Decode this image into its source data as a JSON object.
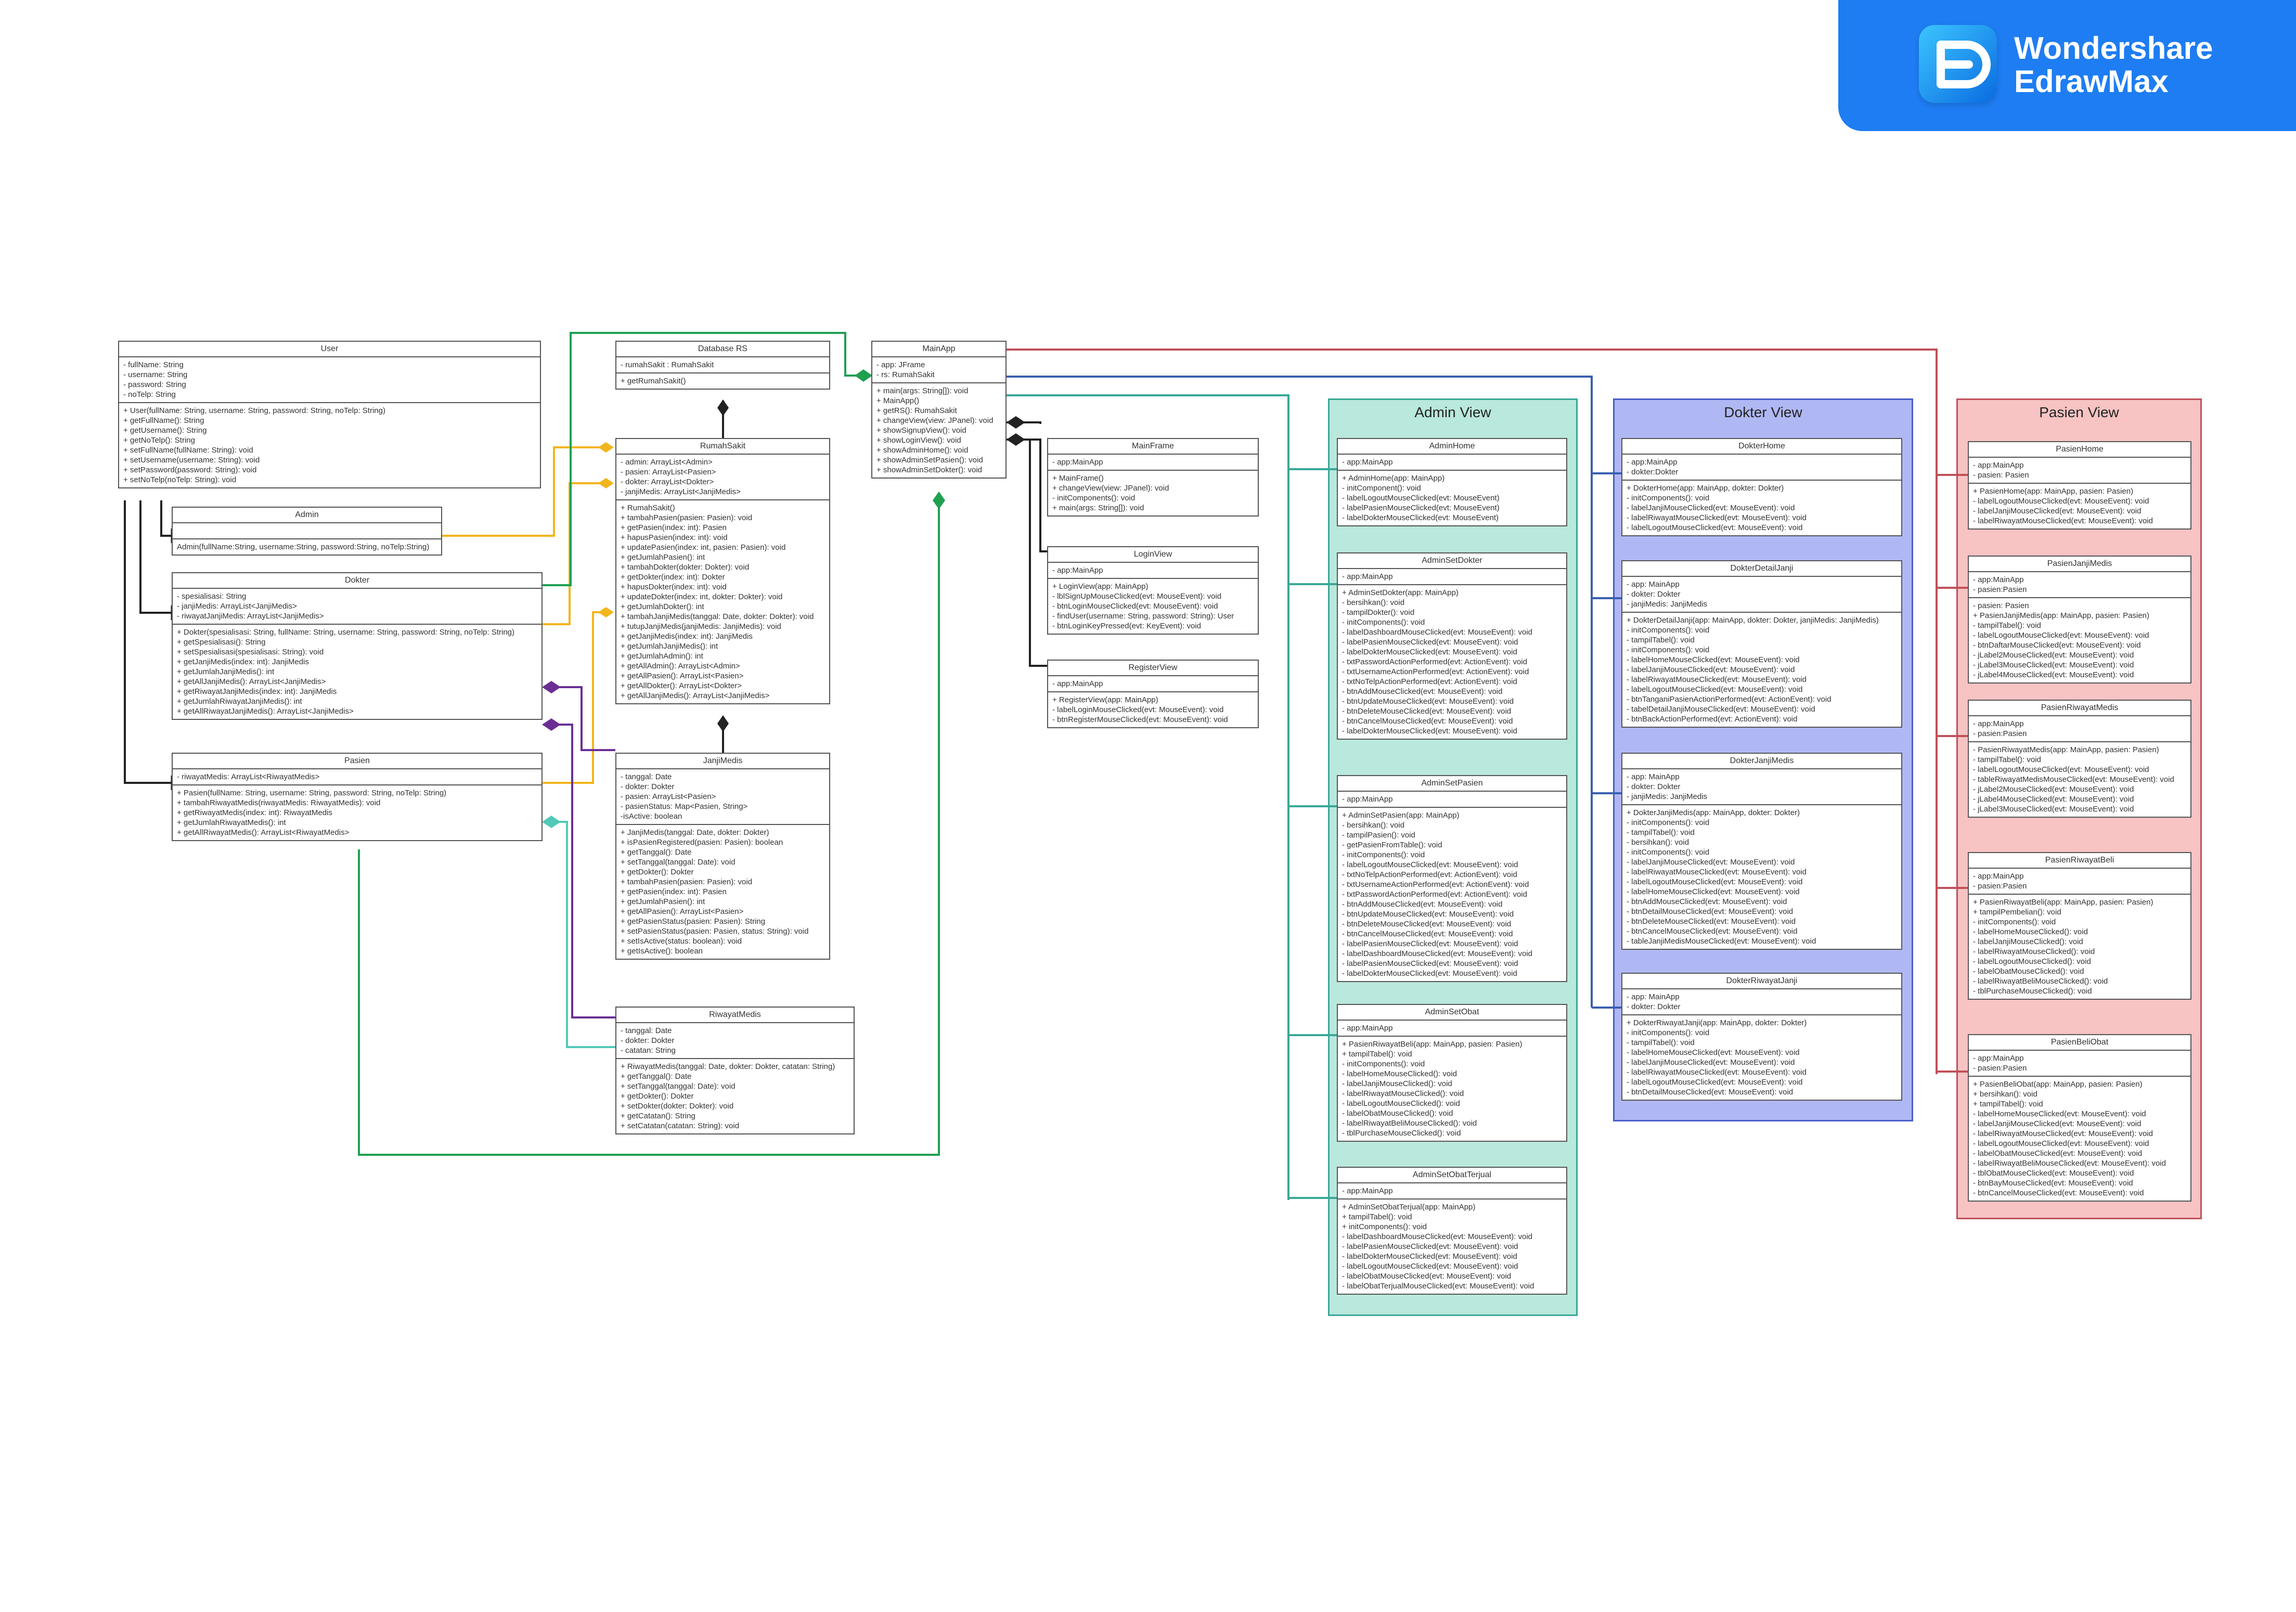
{
  "brand": {
    "line1": "Wondershare",
    "line2": "EdrawMax",
    "color": "#1e7df2"
  },
  "packages": {
    "admin": "Admin View",
    "dokter": "Dokter View",
    "pasien": "Pasien View"
  },
  "colors": {
    "admin_fill": "#b9e8dc",
    "dokter_fill": "#b0b8f4",
    "pasien_fill": "#f7c3c3",
    "aggregation_yellow": "#f2b51c",
    "composition_purple": "#6b2f94",
    "composition_teal": "#52c9b8",
    "link_green": "#1fa050",
    "link_red": "#c0505a",
    "link_blue": "#3a5fb0",
    "link_teal": "#3aa898"
  },
  "classes": {
    "user": {
      "name": "User",
      "attrs": [
        "-  fullName: String",
        "-  username: String",
        "-  password: String",
        "-  noTelp: String"
      ],
      "methods": [
        "+  User(fullName: String, username: String, password: String, noTelp: String)",
        "+  getFullName(): String",
        "+  getUsername(): String",
        "+  getNoTelp(): String",
        "+  setFullName(fullName: String): void",
        "+  setUsername(username: String): void",
        "+  setPassword(password: String): void",
        "+  setNoTelp(noTelp: String): void"
      ]
    },
    "admin": {
      "name": "Admin",
      "attrs": [],
      "methods": [
        "Admin(fullName:String, username:String, password:String, noTelp:String)"
      ]
    },
    "dokter": {
      "name": "Dokter",
      "attrs": [
        "-  spesialisasi: String",
        "-  janjiMedis: ArrayList<JanjiMedis>",
        "-  riwayatJanjiMedis: ArrayList<JanjiMedis>"
      ],
      "methods": [
        "+  Dokter(spesialisasi: String, fullName: String, username: String, password: String, noTelp: String)",
        "+  getSpesialisasi(): String",
        "+  setSpesialisasi(spesialisasi: String): void",
        "+  getJanjiMedis(index: int): JanjiMedis",
        "+  getJumlahJanjiMedis(): int",
        "+  getAllJanjiMedis(): ArrayList<JanjiMedis>",
        "+  getRiwayatJanjiMedis(index: int): JanjiMedis",
        "+  getJumlahRiwayatJanjiMedis(): int",
        "+  getAllRiwayatJanjiMedis(): ArrayList<JanjiMedis>"
      ]
    },
    "pasien": {
      "name": "Pasien",
      "attrs": [
        "-  riwayatMedis: ArrayList<RiwayatMedis>"
      ],
      "methods": [
        "+  Pasien(fullName: String, username: String, password: String, noTelp: String)",
        "+  tambahRiwayatMedis(riwayatMedis: RiwayatMedis): void",
        "+  getRiwayatMedis(index: int): RiwayatMedis",
        "+  getJumlahRiwayatMedis(): int",
        "+  getAllRiwayatMedis(): ArrayList<RiwayatMedis>"
      ]
    },
    "database_rs": {
      "name": "Database RS",
      "attrs": [
        "-  rumahSakit : RumahSakit"
      ],
      "methods": [
        "+  getRumahSakit()"
      ]
    },
    "rumah_sakit": {
      "name": "RumahSakit",
      "attrs": [
        "-  admin: ArrayList<Admin>",
        "-  pasien: ArrayList<Pasien>",
        "-  dokter: ArrayList<Dokter>",
        "-  janjiMedis: ArrayList<JanjiMedis>"
      ],
      "methods": [
        "+  RumahSakit()",
        "+  tambahPasien(pasien: Pasien): void",
        "+  getPasien(index: int): Pasien",
        "+  hapusPasien(index: int): void",
        "+  updatePasien(index: int, pasien: Pasien): void",
        "+  getJumlahPasien(): int",
        "+  tambahDokter(dokter: Dokter): void",
        "+  getDokter(index: int): Dokter",
        "+  hapusDokter(index: int): void",
        "+  updateDokter(index: int, dokter: Dokter): void",
        "+  getJumlahDokter(): int",
        "+  tambahJanjiMedis(tanggal: Date, dokter: Dokter): void",
        "+  tutupJanjiMedis(janjiMedis: JanjiMedis): void",
        "+  getJanjiMedis(index: int): JanjiMedis",
        "+  getJumlahJanjiMedis(): int",
        "+  getJumlahAdmin(): int",
        "+  getAllAdmin(): ArrayList<Admin>",
        "+  getAllPasien(): ArrayList<Pasien>",
        "+  getAllDokter(): ArrayList<Dokter>",
        "+  getAllJanjiMedis(): ArrayList<JanjiMedis>"
      ]
    },
    "janji_medis": {
      "name": "JanjiMedis",
      "attrs": [
        "-  tanggal: Date",
        "-  dokter: Dokter",
        "-  pasien: ArrayList<Pasien>",
        "-  pasienStatus: Map<Pasien, String>",
        "-isActive: boolean"
      ],
      "methods": [
        "+  JanjiMedis(tanggal: Date, dokter: Dokter)",
        "+  isPasienRegistered(pasien: Pasien): boolean",
        "+  getTanggal(): Date",
        "+  setTanggal(tanggal: Date): void",
        "+  getDokter(): Dokter",
        "+  tambahPasien(pasien: Pasien): void",
        "+  getPasien(index: int): Pasien",
        "+  getJumlahPasien(): int",
        "+  getAllPasien(): ArrayList<Pasien>",
        "+  getPasienStatus(pasien: Pasien): String",
        "+  setPasienStatus(pasien: Pasien, status: String): void",
        "+  setIsActive(status: boolean): void",
        "+  getIsActive(): boolean"
      ]
    },
    "riwayat_medis": {
      "name": "RiwayatMedis",
      "attrs": [
        "-  tanggal: Date",
        "-  dokter: Dokter",
        "-  catatan: String"
      ],
      "methods": [
        "+  RiwayatMedis(tanggal: Date, dokter: Dokter, catatan: String)",
        "+  getTanggal(): Date",
        "+  setTanggal(tanggal: Date): void",
        "+  getDokter(): Dokter",
        "+  setDokter(dokter: Dokter): void",
        "+  getCatatan(): String",
        "+  setCatatan(catatan: String): void"
      ]
    },
    "main_app": {
      "name": "MainApp",
      "attrs": [
        "-  app: JFrame",
        "-  rs: RumahSakit"
      ],
      "methods": [
        "+  main(args: String[]): void",
        "+  MainApp()",
        "+  getRS(): RumahSakit",
        "+  changeView(view: JPanel): void",
        "+  showSignupView(): void",
        "+  showLoginView(): void",
        "+  showAdminHome(): void",
        "+  showAdminSetPasien(): void",
        "+  showAdminSetDokter(): void"
      ]
    },
    "main_frame": {
      "name": "MainFrame",
      "attrs": [
        "-  app:MainApp"
      ],
      "methods": [
        "+  MainFrame()",
        "+  changeView(view: JPanel): void",
        "-  initComponents(): void",
        "+  main(args: String[]): void"
      ]
    },
    "login_view": {
      "name": "LoginView",
      "attrs": [
        "-  app:MainApp"
      ],
      "methods": [
        "+  LoginView(app: MainApp)",
        "-  lblSignUpMouseClicked(evt: MouseEvent): void",
        "-  btnLoginMouseClicked(evt: MouseEvent): void",
        "-  findUser(username: String, password: String): User",
        "-  btnLoginKeyPressed(evt: KeyEvent): void"
      ]
    },
    "register_view": {
      "name": "RegisterView",
      "attrs": [
        "-  app:MainApp"
      ],
      "methods": [
        "+  RegisterView(app: MainApp)",
        "-  labelLoginMouseClicked(evt: MouseEvent): void",
        "-  btnRegisterMouseClicked(evt: MouseEvent): void"
      ]
    },
    "admin_home": {
      "name": "AdminHome",
      "attrs": [
        "-  app:MainApp"
      ],
      "methods": [
        "+  AdminHome(app: MainApp)",
        "-  initComponent(): void",
        "-  labelLogoutMouseClicked(evt: MouseEvent)",
        "-  labelPasienMouseClicked(evt: MouseEvent)",
        "- labelDokterMouseClicked(evt: MouseEvent)"
      ]
    },
    "admin_set_dokter": {
      "name": "AdminSetDokter",
      "attrs": [
        "-  app:MainApp"
      ],
      "methods": [
        "+  AdminSetDokter(app: MainApp)",
        "-  bersihkan(): void",
        "-  tampilDokter(): void",
        "-  initComponents(): void",
        "-  labelDashboardMouseClicked(evt: MouseEvent): void",
        "-  labelPasienMouseClicked(evt: MouseEvent): void",
        "-  labelDokterMouseClicked(evt: MouseEvent): void",
        "-  txtPasswordActionPerformed(evt: ActionEvent): void",
        "-  txtUsernameActionPerformed(evt: ActionEvent): void",
        "-  txtNoTelpActionPerformed(evt: ActionEvent): void",
        "-  btnAddMouseClicked(evt: MouseEvent): void",
        "-  btnUpdateMouseClicked(evt: MouseEvent): void",
        "-  btnDeleteMouseClicked(evt: MouseEvent): void",
        "-  btnCancelMouseClicked(evt: MouseEvent): void",
        "-  labelDokterMouseClicked(evt: MouseEvent): void"
      ]
    },
    "admin_set_pasien": {
      "name": "AdminSetPasien",
      "attrs": [
        "-  app:MainApp"
      ],
      "methods": [
        "+  AdminSetPasien(app: MainApp)",
        "-  bersihkan(): void",
        "-  tampilPasien(): void",
        "-  getPasienFromTable(): void",
        "-  initComponents(): void",
        "-  labelLogoutMouseClicked(evt: MouseEvent): void",
        "-  txtNoTelpActionPerformed(evt: ActionEvent): void",
        "-  txtUsernameActionPerformed(evt: ActionEvent): void",
        "-  txtPasswordActionPerformed(evt: ActionEvent): void",
        "-  btnAddMouseClicked(evt: MouseEvent): void",
        "-  btnUpdateMouseClicked(evt: MouseEvent): void",
        "-  btnDeleteMouseClicked(evt: MouseEvent): void",
        "-  btnCancelMouseClicked(evt: MouseEvent): void",
        "-  labelPasienMouseClicked(evt: MouseEvent): void",
        "-  labelDashboardMouseClicked(evt: MouseEvent): void",
        "-  labelPasienMouseClicked(evt: MouseEvent): void",
        "-  labelDokterMouseClicked(evt: MouseEvent): void"
      ]
    },
    "admin_set_obat": {
      "name": "AdminSetObat",
      "attrs": [
        "-  app:MainApp"
      ],
      "methods": [
        "+ PasienRiwayatBeli(app: MainApp, pasien: Pasien)",
        "+ tampilTabel(): void",
        "- initComponents(): void",
        "- labelHomeMouseClicked(): void",
        "- labelJanjiMouseClicked(): void",
        "- labelRiwayatMouseClicked(): void",
        "- labelLogoutMouseClicked(): void",
        "- labelObatMouseClicked(): void",
        "- labelRiwayatBeliMouseClicked(): void",
        "- tblPurchaseMouseClicked(): void"
      ]
    },
    "admin_set_obat_terjual": {
      "name": "AdminSetObatTerjual",
      "attrs": [
        "-  app:MainApp"
      ],
      "methods": [
        "+ AdminSetObatTerjual(app: MainApp)",
        "+ tampilTabel(): void",
        "+ initComponents(): void",
        "- labelDashboardMouseClicked(evt: MouseEvent): void",
        "- labelPasienMouseClicked(evt: MouseEvent): void",
        "- labelDokterMouseClicked(evt: MouseEvent): void",
        "- labelLogoutMouseClicked(evt: MouseEvent): void",
        "- labelObatMouseClicked(evt: MouseEvent): void",
        "- labelObatTerjualMouseClicked(evt: MouseEvent): void"
      ]
    },
    "dokter_home": {
      "name": "DokterHome",
      "attrs": [
        "-  app:MainApp",
        "-  dokter:Dokter"
      ],
      "methods": [
        "+  DokterHome(app: MainApp, dokter: Dokter)",
        "-  initComponents(): void",
        "-  labelJanjiMouseClicked(evt: MouseEvent): void",
        "-  labelRiwayatMouseClicked(evt: MouseEvent): void",
        "-  labelLogoutMouseClicked(evt: MouseEvent): void"
      ]
    },
    "dokter_detail_janji": {
      "name": "DokterDetailJanji",
      "attrs": [
        "-  app: MainApp",
        "-  dokter: Dokter",
        "-  janjiMedis: JanjiMedis"
      ],
      "methods": [
        "+  DokterDetailJanji(app: MainApp, dokter: Dokter, janjiMedis: JanjiMedis)",
        "-  initComponents(): void",
        "-  tampilTabel(): void",
        "-  initComponents(): void",
        "-  labelHomeMouseClicked(evt: MouseEvent): void",
        "-  labelJanjiMouseClicked(evt: MouseEvent): void",
        "-  labelRiwayatMouseClicked(evt: MouseEvent): void",
        "-  labelLogoutMouseClicked(evt: MouseEvent): void",
        "-  btnTanganiPasienActionPerformed(evt: ActionEvent): void",
        "-  tabelDetailJanjiMouseClicked(evt: MouseEvent): void",
        "-  btnBackActionPerformed(evt: ActionEvent): void"
      ]
    },
    "dokter_janji_medis": {
      "name": "DokterJanjiMedis",
      "attrs": [
        "-  app: MainApp",
        "-  dokter: Dokter",
        "-  janjiMedis: JanjiMedis"
      ],
      "methods": [
        "+  DokterJanjiMedis(app: MainApp, dokter: Dokter)",
        "-  initComponents(): void",
        "-  tampilTabel(): void",
        "-  bersihkan(): void",
        "-  initComponents(): void",
        "-  labelJanjiMouseClicked(evt: MouseEvent): void",
        "-  labelRiwayatMouseClicked(evt: MouseEvent): void",
        "-  labelLogoutMouseClicked(evt: MouseEvent): void",
        "-  labelHomeMouseClicked(evt: MouseEvent): void",
        "-  btnAddMouseClicked(evt: MouseEvent): void",
        "-  btnDetailMouseClicked(evt: MouseEvent): void",
        "-  btnDeleteMouseClicked(evt: MouseEvent): void",
        "-  btnCancelMouseClicked(evt: MouseEvent): void",
        "-  tableJanjiMedisMouseClicked(evt: MouseEvent): void"
      ]
    },
    "dokter_riwayat_janji": {
      "name": "DokterRiwayatJanji",
      "attrs": [
        "-  app: MainApp",
        "-  dokter: Dokter"
      ],
      "methods": [
        "+  DokterRiwayatJanji(app: MainApp, dokter: Dokter)",
        "-  initComponents(): void",
        "-  tampilTabel(): void",
        "-  labelHomeMouseClicked(evt: MouseEvent): void",
        "-  labelJanjiMouseClicked(evt: MouseEvent): void",
        "-  labelRiwayatMouseClicked(evt: MouseEvent): void",
        "-  labelLogoutMouseClicked(evt: MouseEvent): void",
        "-  btnDetailMouseClicked(evt: MouseEvent): void"
      ]
    },
    "pasien_home": {
      "name": "PasienHome",
      "attrs": [
        "-  app:MainApp",
        "-  pasien: Pasien"
      ],
      "methods": [
        "+  PasienHome(app: MainApp, pasien: Pasien)",
        "-  labelLogoutMouseClicked(evt: MouseEvent): void",
        "-  labelJanjiMouseClicked(evt: MouseEvent): void",
        "-  labelRiwayatMouseClicked(evt: MouseEvent): void"
      ]
    },
    "pasien_janji_medis": {
      "name": "PasienJanjiMedis",
      "attrs": [
        "-  app:MainApp",
        "-  pasien:Pasien"
      ],
      "methods": [
        "-  pasien: Pasien",
        "+  PasienJanjiMedis(app: MainApp, pasien: Pasien)",
        "-  tampilTabel(): void",
        "-  labelLogoutMouseClicked(evt: MouseEvent): void",
        "-  btnDaftarMouseClicked(evt: MouseEvent): void",
        "-  jLabel2MouseClicked(evt: MouseEvent): void",
        "-  jLabel3MouseClicked(evt: MouseEvent): void",
        "-  jLabel4MouseClicked(evt: MouseEvent): void"
      ]
    },
    "pasien_riwayat_medis": {
      "name": "PasienRiwayatMedis",
      "attrs": [
        "-  app:MainApp",
        "-  pasien:Pasien"
      ],
      "methods": [
        "-  PasienRiwayatMedis(app: MainApp, pasien: Pasien)",
        "-  tampilTabel(): void",
        "-  labelLogoutMouseClicked(evt: MouseEvent): void",
        "-  tableRiwayatMedisMouseClicked(evt: MouseEvent): void",
        "-  jLabel2MouseClicked(evt: MouseEvent): void",
        "-  jLabel4MouseClicked(evt: MouseEvent): void",
        "-  jLabel3MouseClicked(evt: MouseEvent): void"
      ]
    },
    "pasien_riwayat_beli": {
      "name": "PasienRiwayatBeli",
      "attrs": [
        "-  app:MainApp",
        "-  pasien:Pasien"
      ],
      "methods": [
        "+ PasienRiwayatBeli(app: MainApp, pasien: Pasien)",
        "+ tampilPembelian(): void",
        "- initComponents(): void",
        "- labelHomeMouseClicked(): void",
        "- labelJanjiMouseClicked(): void",
        "- labelRiwayatMouseClicked(): void",
        "- labelLogoutMouseClicked(): void",
        "- labelObatMouseClicked(): void",
        "- labelRiwayatBeliMouseClicked(): void",
        "- tblPurchaseMouseClicked(): void"
      ]
    },
    "pasien_beli_obat": {
      "name": "PasienBeliObat",
      "attrs": [
        "-  app:MainApp",
        "-  pasien:Pasien"
      ],
      "methods": [
        "+ PasienBeliObat(app: MainApp, pasien: Pasien)",
        "+ bersihkan(): void",
        "+ tampilTabel(): void",
        "- labelHomeMouseClicked(evt: MouseEvent): void",
        "- labelJanjiMouseClicked(evt: MouseEvent): void",
        "- labelRiwayatMouseClicked(evt: MouseEvent): void",
        "- labelLogoutMouseClicked(evt: MouseEvent): void",
        "- labelObatMouseClicked(evt: MouseEvent): void",
        "- labelRiwayatBeliMouseClicked(evt: MouseEvent): void",
        "- tblObatMouseClicked(evt: MouseEvent): void",
        "- btnBayMouseClicked(evt: MouseEvent): void",
        "- btnCancelMouseClicked(evt: MouseEvent): void"
      ]
    }
  }
}
